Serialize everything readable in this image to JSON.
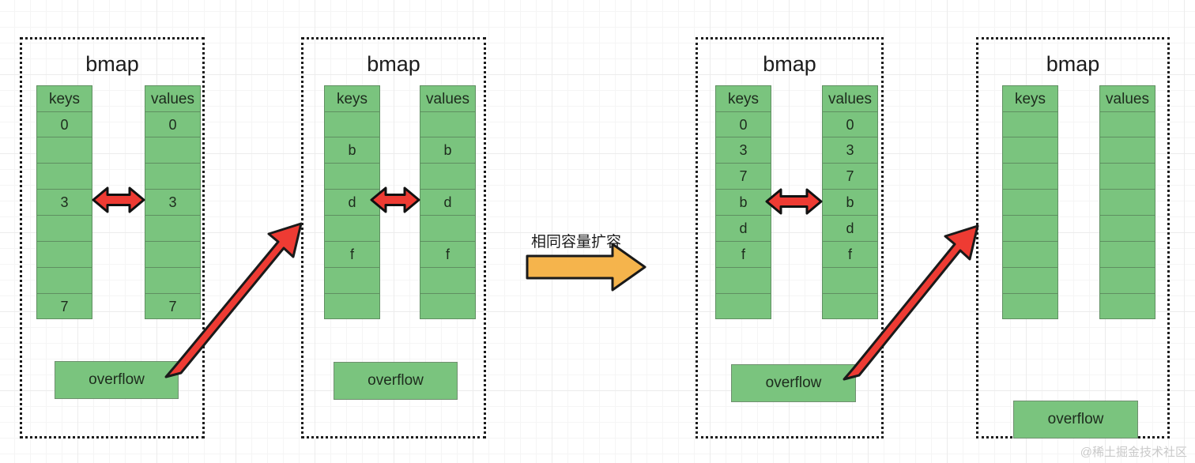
{
  "diagram": {
    "title_text": "bmap",
    "transition_label": "相同容量扩容",
    "watermark": "@稀土掘金技术社区",
    "colors": {
      "cell_fill": "#7ac47e",
      "cell_border": "#5f8f61",
      "red_arrow": "#ee3b33",
      "orange_arrow": "#f5b44c",
      "panel_border": "#1a1a1a"
    },
    "panels": [
      {
        "name": "bmap-before-1",
        "title": "bmap",
        "keys_header": "keys",
        "values_header": "values",
        "keys": [
          "0",
          "",
          "",
          "3",
          "",
          "",
          "",
          "7"
        ],
        "values": [
          "0",
          "",
          "",
          "3",
          "",
          "",
          "",
          "7"
        ],
        "overflow_label": "overflow",
        "has_link_arrow": true
      },
      {
        "name": "bmap-before-2",
        "title": "bmap",
        "keys_header": "keys",
        "values_header": "values",
        "keys": [
          "",
          "b",
          "",
          "d",
          "",
          "f",
          "",
          ""
        ],
        "values": [
          "",
          "b",
          "",
          "d",
          "",
          "f",
          "",
          ""
        ],
        "overflow_label": "overflow",
        "has_link_arrow": true
      },
      {
        "name": "bmap-after-1",
        "title": "bmap",
        "keys_header": "keys",
        "values_header": "values",
        "keys": [
          "0",
          "3",
          "7",
          "b",
          "d",
          "f",
          "",
          ""
        ],
        "values": [
          "0",
          "3",
          "7",
          "b",
          "d",
          "f",
          "",
          ""
        ],
        "overflow_label": "overflow",
        "has_link_arrow": true
      },
      {
        "name": "bmap-after-2",
        "title": "bmap",
        "keys_header": "keys",
        "values_header": "values",
        "keys": [
          "",
          "",
          "",
          "",
          "",
          "",
          "",
          ""
        ],
        "values": [
          "",
          "",
          "",
          "",
          "",
          "",
          "",
          ""
        ],
        "overflow_label": "overflow",
        "has_link_arrow": false
      }
    ]
  }
}
